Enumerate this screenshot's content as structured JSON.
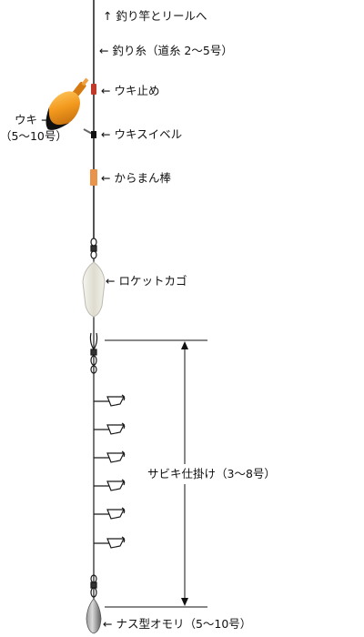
{
  "labels": {
    "rod_reel": "↑ 釣り竿とリールへ",
    "main_line": "← 釣り糸（道糸 2～5号）",
    "float_stopper": "← ウキ止め",
    "float_label": "ウキ →",
    "float_size": "（5～10号）",
    "float_swivel": "← ウキスイベル",
    "karaman_bou": "← からまん棒",
    "rocket_basket": "← ロケットカゴ",
    "sabiki_rig": "サビキ仕掛け（3～8号）",
    "sinker": "← ナス型オモリ（5～10号）"
  },
  "colors": {
    "line": "#1a1a1a",
    "float_body": "#f39a1e",
    "float_cap": "#d47a10",
    "stopper": "#c0392b",
    "karaman": "#e8944a",
    "basket": "#e6e6df",
    "sinker": "#7a7a7a"
  },
  "icons": [
    "float-icon",
    "swivel-icon",
    "rocket-basket-icon",
    "hook-icon",
    "sinker-icon"
  ]
}
